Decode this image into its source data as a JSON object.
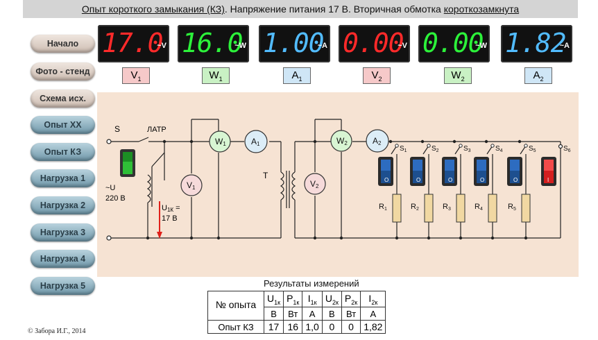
{
  "title": {
    "part1": "Опыт короткого замыкания (КЗ)",
    "part2": ".  Напряжение питания 17 В.  Вторичная обмотка ",
    "part3": "короткозамкнута"
  },
  "sidebar": {
    "items": [
      {
        "label": "Начало"
      },
      {
        "label": "Фото - стенд"
      },
      {
        "label": "Схема исх."
      },
      {
        "label": "Опыт ХХ"
      },
      {
        "label": "Опыт КЗ"
      },
      {
        "label": "Нагрузка 1"
      },
      {
        "label": "Нагрузка 2"
      },
      {
        "label": "Нагрузка 3"
      },
      {
        "label": "Нагрузка 4"
      },
      {
        "label": "Нагрузка 5"
      }
    ]
  },
  "meters": [
    {
      "value": "17.0",
      "unit": "~V",
      "label": "V",
      "sub": "1",
      "color": "#ff2a2a",
      "label_bg": "#f6c9c9"
    },
    {
      "value": "16.0",
      "unit": "~W",
      "label": "W",
      "sub": "1",
      "color": "#2cf23a",
      "label_bg": "#c9f1c4"
    },
    {
      "value": "1.00",
      "unit": "~A",
      "label": "A",
      "sub": "1",
      "color": "#52bcff",
      "label_bg": "#cfe6f6"
    },
    {
      "value": "0.00",
      "unit": "~V",
      "label": "V",
      "sub": "2",
      "color": "#ff2a2a",
      "label_bg": "#f6c9c9"
    },
    {
      "value": "0.00",
      "unit": "~W",
      "label": "W",
      "sub": "2",
      "color": "#2cf23a",
      "label_bg": "#c9f1c4"
    },
    {
      "value": "1.82",
      "unit": "~A",
      "label": "A",
      "sub": "2",
      "color": "#52bcff",
      "label_bg": "#cfe6f6"
    }
  ],
  "schema": {
    "switch_label": "S",
    "latr_label": "ЛАТР",
    "source_label_1": "~U",
    "source_label_2": "220 В",
    "transformer_label": "T",
    "u1k_label": "U",
    "u1k_sub": "1К",
    "u1k_eq": " =",
    "u1k_value": "17 В",
    "instruments": [
      {
        "l": "W",
        "s": "1"
      },
      {
        "l": "A",
        "s": "1"
      },
      {
        "l": "V",
        "s": "1"
      },
      {
        "l": "W",
        "s": "2"
      },
      {
        "l": "A",
        "s": "2"
      },
      {
        "l": "V",
        "s": "2"
      }
    ],
    "switches": [
      {
        "l": "S",
        "s": "1"
      },
      {
        "l": "S",
        "s": "2"
      },
      {
        "l": "S",
        "s": "3"
      },
      {
        "l": "S",
        "s": "4"
      },
      {
        "l": "S",
        "s": "5"
      },
      {
        "l": "S",
        "s": "6"
      }
    ],
    "resistors": [
      {
        "l": "R",
        "s": "1"
      },
      {
        "l": "R",
        "s": "2"
      },
      {
        "l": "R",
        "s": "3"
      },
      {
        "l": "R",
        "s": "4"
      },
      {
        "l": "R",
        "s": "5"
      }
    ],
    "toggle_on": "I",
    "toggle_off": "O"
  },
  "results": {
    "caption": "Результаты измерений",
    "headers": [
      {
        "l": "№ опыта",
        "s": ""
      },
      {
        "l": "U",
        "s": "1к"
      },
      {
        "l": "P",
        "s": "1к"
      },
      {
        "l": "I",
        "s": "1к"
      },
      {
        "l": "U",
        "s": "2к"
      },
      {
        "l": "P",
        "s": "2к"
      },
      {
        "l": "I",
        "s": "2к"
      }
    ],
    "units": [
      "",
      "В",
      "Вт",
      "А",
      "В",
      "Вт",
      "А"
    ],
    "row": [
      "Опыт КЗ",
      "17",
      "16",
      "1,0",
      "0",
      "0",
      "1,82"
    ]
  },
  "copyright": "© Забора И.Г., 2014"
}
